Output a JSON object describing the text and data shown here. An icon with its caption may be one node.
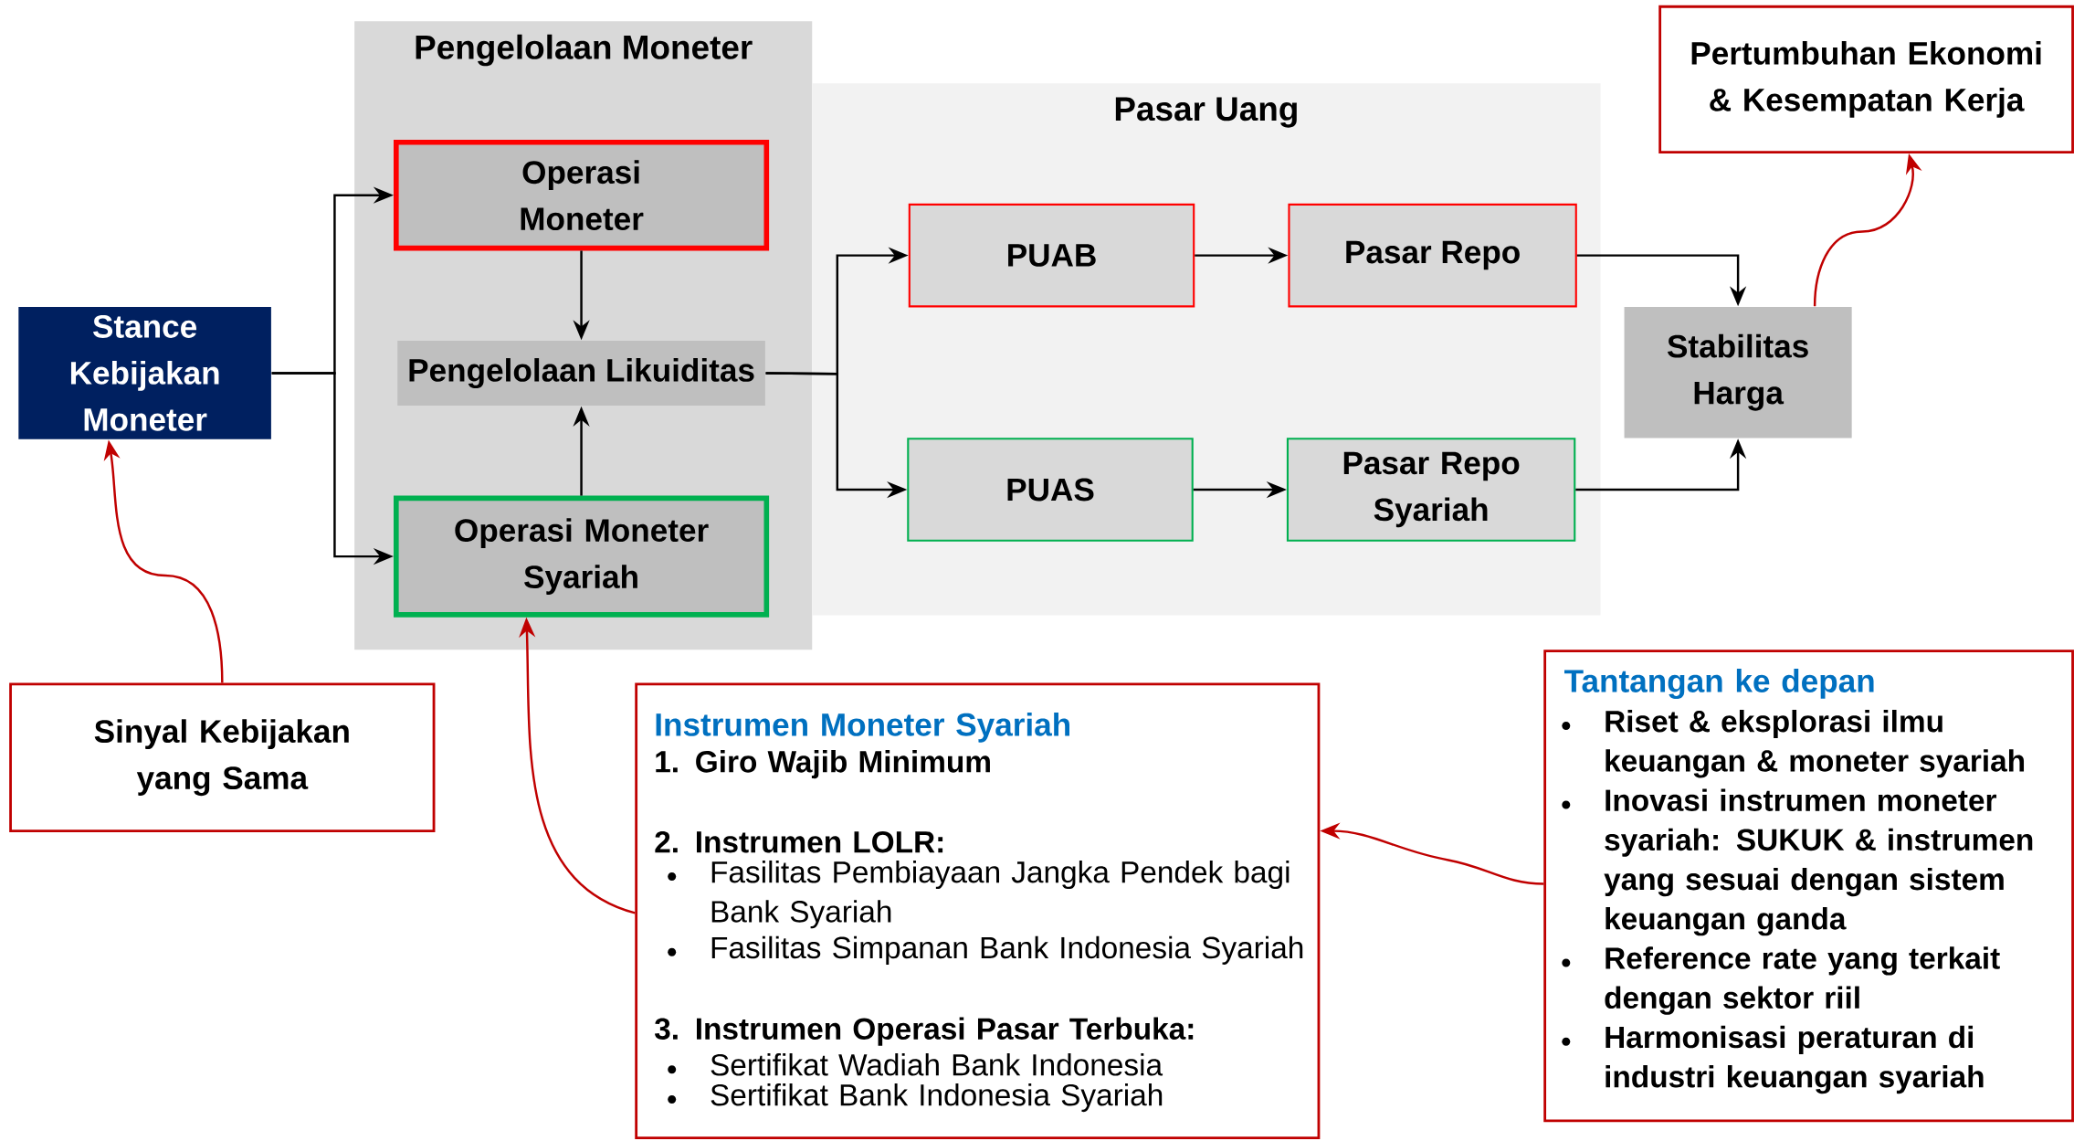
{
  "diagram": {
    "nodes": [
      {
        "text": [
          "Pengelolaan Moneter"
        ]
      },
      {
        "text": [
          "Pasar Uang"
        ]
      },
      {
        "text": [
          "Stance Kebijakan Moneter"
        ]
      },
      {
        "text": [
          "Operasi Moneter"
        ],
        "in": 0
      },
      {
        "text": [
          "Pengelolaan Likuiditas"
        ],
        "in": 0
      },
      {
        "text": [
          "Operasi Moneter Syariah"
        ],
        "in": 0
      },
      {
        "text": [
          "PUAB"
        ],
        "in": 1
      },
      {
        "text": [
          "Pasar Repo"
        ],
        "in": 1
      },
      {
        "text": [
          "PUAS"
        ],
        "in": 1
      },
      {
        "text": [
          "Pasar Repo Syariah"
        ],
        "in": 1
      },
      {
        "text": [
          "Stabilitas Harga"
        ]
      },
      {
        "text": [
          "Pertumbuhan Ekonomi & Kesempatan Kerja"
        ]
      },
      {
        "text": [
          "Sinyal Kebijakan yang Sama"
        ]
      },
      {
        "text": [
          "Instrumen Moneter Syariah",
          "1. Giro Wajib Minimum",
          "2. Instrumen LOLR:",
          "Fasilitas Pembiayaan Jangka Pendek bagi Bank Syariah",
          "Fasilitas Simpanan Bank Indonesia Syariah",
          "3. Instrumen Operasi Pasar Terbuka:",
          "Sertifikat Wadiah Bank Indonesia",
          "Sertifikat Bank Indonesia Syariah"
        ]
      },
      {
        "text": [
          "Tantangan ke depan",
          "Riset & eksplorasi ilmu keuangan & moneter syariah",
          "Inovasi instrumen moneter syariah: SUKUK & instrumen yang sesuai dengan sistem keuangan ganda",
          "Reference rate yang terkait dengan sektor riil",
          "Harmonisasi peraturan di industri keuangan syariah"
        ]
      }
    ],
    "edges": [
      {
        "from": 2,
        "to": 3,
        "arrow": "to"
      },
      {
        "from": 2,
        "to": 5,
        "arrow": "to"
      },
      {
        "from": 3,
        "to": 4,
        "arrow": "to"
      },
      {
        "from": 5,
        "to": 4,
        "arrow": "to"
      },
      {
        "from": 4,
        "to": 6,
        "arrow": "to"
      },
      {
        "from": 4,
        "to": 8,
        "arrow": "to"
      },
      {
        "from": 6,
        "to": 7,
        "arrow": "to"
      },
      {
        "from": 8,
        "to": 9,
        "arrow": "to"
      },
      {
        "from": 7,
        "to": 10,
        "arrow": "to"
      },
      {
        "from": 9,
        "to": 10,
        "arrow": "to"
      },
      {
        "from": 10,
        "to": 11,
        "arrow": "to",
        "color": "#c00000"
      },
      {
        "from": 12,
        "to": 2,
        "arrow": "to",
        "color": "#c00000"
      },
      {
        "from": 13,
        "to": 5,
        "arrow": "to",
        "color": "#c00000"
      },
      {
        "from": 14,
        "to": 13,
        "arrow": "to",
        "color": "#c00000"
      }
    ]
  }
}
